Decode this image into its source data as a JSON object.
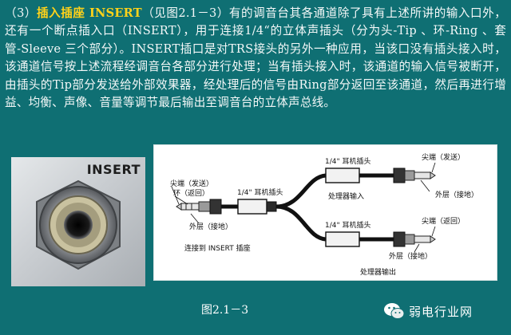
{
  "paragraph": {
    "lead": "（3）",
    "highlight": "插入插座 INSERT",
    "body": "（见图2.1－3）有的调音台其各通道除了具有上述所讲的输入口外，还有一个断点插入口（INSERT），用于连接1/4“的立体声插头（分为头-Tip 、环-Ring 、套管-Sleeve 三个部分）。INSERT插口是对TRS接头的另外一种应用，当该口没有插头接入时，该通道信号按上述流程经调音台各部分进行处理；当有插头接入时，该通道的输入信号被断开，由插头的Tip部分发送给外部效果器，经处理后的信号由Ring部分返回至该通道，然后再进行增益、均衡、声像、音量等调节最后输出至调音台的立体声总线。"
  },
  "photo": {
    "label": "INSERT"
  },
  "diagram": {
    "tip_send_left": "尖端（发送）",
    "ring_return_left": "环（返回）",
    "sleeve_ground_left": "外层（接地）",
    "plug_main": "1/4\" 耳机插头",
    "connect_label": "连接到 INSERT 插座",
    "plug_top": "1/4\" 耳机插头",
    "plug_bottom": "1/4\" 耳机插头",
    "processor_in": "处理器输入",
    "processor_out": "处理器输出",
    "tip_send_right": "尖端（发送）",
    "sleeve_ground_right_top": "外层（接地）",
    "tip_return_right": "尖端（返回）",
    "sleeve_ground_right_bottom": "外层（接地）"
  },
  "caption": "图2.1－3",
  "brand": {
    "name": "弱电行业网",
    "icon": "wechat-icon"
  }
}
